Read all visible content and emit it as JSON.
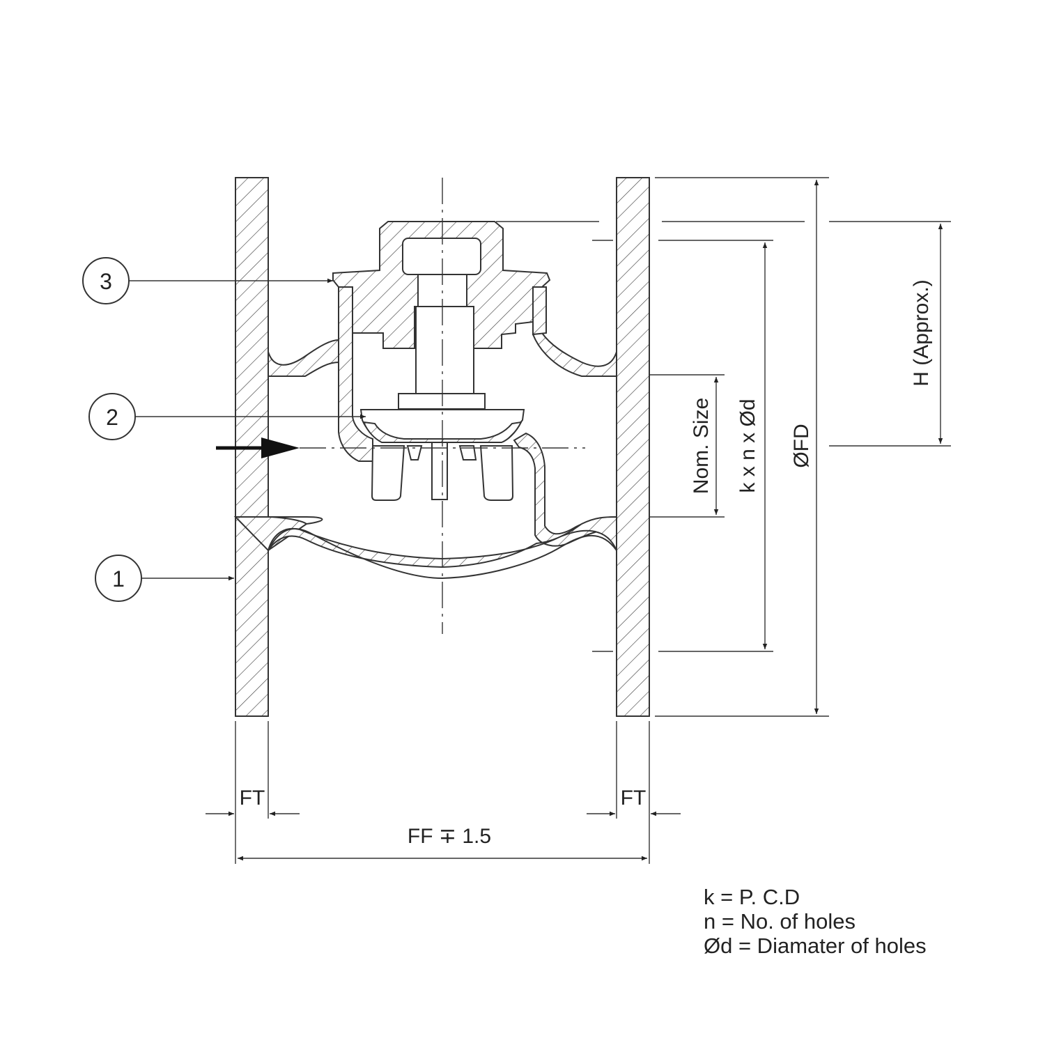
{
  "balloons": [
    {
      "number": "3"
    },
    {
      "number": "2"
    },
    {
      "number": "1"
    }
  ],
  "dimensions": {
    "ft_left": "FT",
    "ft_right": "FT",
    "ff": "FF ∓ 1.5",
    "nom_size": "Nom. Size",
    "pcd": "k x n x Ød",
    "flange_dia": "ØFD",
    "height": "H (Approx.)"
  },
  "legend": {
    "line1": "k = P. C.D",
    "line2": "n = No. of holes",
    "line3": "Ød = Diamater of holes"
  }
}
